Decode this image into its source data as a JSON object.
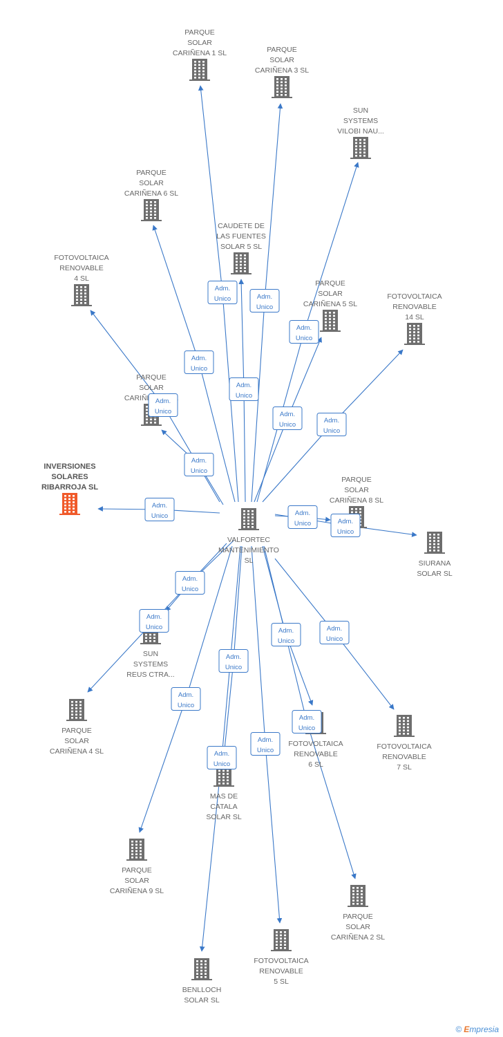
{
  "colors": {
    "edge": "#3a78c8",
    "building": "#6e6e6e",
    "highlight": "#f05a2a"
  },
  "center": {
    "id": "valfortec",
    "label": [
      "VALFORTEC",
      "MANTENIMIENTO",
      "SL"
    ]
  },
  "nodes": [
    {
      "id": "n1",
      "label": [
        "PARQUE",
        "SOLAR",
        "CARIÑENA 1 SL"
      ]
    },
    {
      "id": "n2",
      "label": [
        "PARQUE",
        "SOLAR",
        "CARIÑENA 3 SL"
      ]
    },
    {
      "id": "n3",
      "label": [
        "SUN",
        "SYSTEMS",
        "VILOBI NAU..."
      ]
    },
    {
      "id": "n4",
      "label": [
        "PARQUE",
        "SOLAR",
        "CARIÑENA 6 SL"
      ]
    },
    {
      "id": "n5",
      "label": [
        "CAUDETE DE",
        "LAS FUENTES",
        "SOLAR 5 SL"
      ]
    },
    {
      "id": "n6",
      "label": [
        "FOTOVOLTAICA",
        "RENOVABLE",
        "4 SL"
      ]
    },
    {
      "id": "n7",
      "label": [
        "PARQUE",
        "SOLAR",
        "CARIÑENA 5 SL"
      ]
    },
    {
      "id": "n8",
      "label": [
        "FOTOVOLTAICA",
        "RENOVABLE",
        "14 SL"
      ]
    },
    {
      "id": "n9",
      "label": [
        "PARQUE",
        "SOLAR",
        "CARIÑENA 7 SL"
      ]
    },
    {
      "id": "n10",
      "label": [
        "INVERSIONES",
        "SOLARES",
        "RIBARROJA SL"
      ],
      "highlight": true
    },
    {
      "id": "n11",
      "label": [
        "PARQUE",
        "SOLAR",
        "CARIÑENA 8 SL"
      ]
    },
    {
      "id": "n12",
      "label": [
        "SIURANA",
        "SOLAR SL"
      ]
    },
    {
      "id": "n13",
      "label": [
        "SUN",
        "SYSTEMS",
        "REUS CTRA..."
      ]
    },
    {
      "id": "n14",
      "label": [
        "PARQUE",
        "SOLAR",
        "CARIÑENA 4 SL"
      ]
    },
    {
      "id": "n15",
      "label": [
        "FOTOVOLTAICA",
        "RENOVABLE",
        "6 SL"
      ]
    },
    {
      "id": "n16",
      "label": [
        "FOTOVOLTAICA",
        "RENOVABLE",
        "7 SL"
      ]
    },
    {
      "id": "n17",
      "label": [
        "MAS DE",
        "CATALA",
        "SOLAR SL"
      ]
    },
    {
      "id": "n18",
      "label": [
        "PARQUE",
        "SOLAR",
        "CARIÑENA 9 SL"
      ]
    },
    {
      "id": "n19",
      "label": [
        "PARQUE",
        "SOLAR",
        "CARIÑENA 2 SL"
      ]
    },
    {
      "id": "n20",
      "label": [
        "FOTOVOLTAICA",
        "RENOVABLE",
        "5 SL"
      ]
    },
    {
      "id": "n21",
      "label": [
        "BENLLOCH",
        "SOLAR SL"
      ]
    }
  ],
  "edges": [
    {
      "to": "n1",
      "label": [
        "Adm.",
        "Unico"
      ]
    },
    {
      "to": "n2",
      "label": [
        "Adm.",
        "Unico"
      ]
    },
    {
      "to": "n3",
      "label": [
        "Adm.",
        "Unico"
      ]
    },
    {
      "to": "n4",
      "label": [
        "Adm.",
        "Unico"
      ]
    },
    {
      "to": "n5",
      "label": [
        "Adm.",
        "Unico"
      ]
    },
    {
      "to": "n6",
      "label": [
        "Adm.",
        "Unico"
      ]
    },
    {
      "to": "n7",
      "label": [
        "Adm.",
        "Unico"
      ]
    },
    {
      "to": "n8",
      "label": [
        "Adm.",
        "Unico"
      ]
    },
    {
      "to": "n9",
      "label": [
        "Adm.",
        "Unico"
      ]
    },
    {
      "to": "n10",
      "label": [
        "Adm.",
        "Unico"
      ]
    },
    {
      "to": "n11",
      "label": [
        "Adm.",
        "Unico"
      ]
    },
    {
      "to": "n12",
      "label": [
        "Adm.",
        "Unico"
      ]
    },
    {
      "to": "n13",
      "label": [
        "Adm.",
        "Unico"
      ]
    },
    {
      "to": "n14",
      "label": [
        "Adm.",
        "Unico"
      ]
    },
    {
      "to": "n15",
      "label": [
        "Adm.",
        "Unico"
      ]
    },
    {
      "to": "n16",
      "label": [
        "Adm.",
        "Unico"
      ]
    },
    {
      "to": "n17",
      "label": [
        "Adm.",
        "Unico"
      ]
    },
    {
      "to": "n18",
      "label": [
        "Adm.",
        "Unico"
      ]
    },
    {
      "to": "n19",
      "label": [
        "Adm.",
        "Unico"
      ]
    },
    {
      "to": "n20",
      "label": [
        "Adm.",
        "Unico"
      ]
    },
    {
      "to": "n21",
      "label": [
        "Adm.",
        "Unico"
      ]
    }
  ],
  "watermark": {
    "symbol": "©",
    "brand_first": "E",
    "brand_rest": "mpresia"
  }
}
